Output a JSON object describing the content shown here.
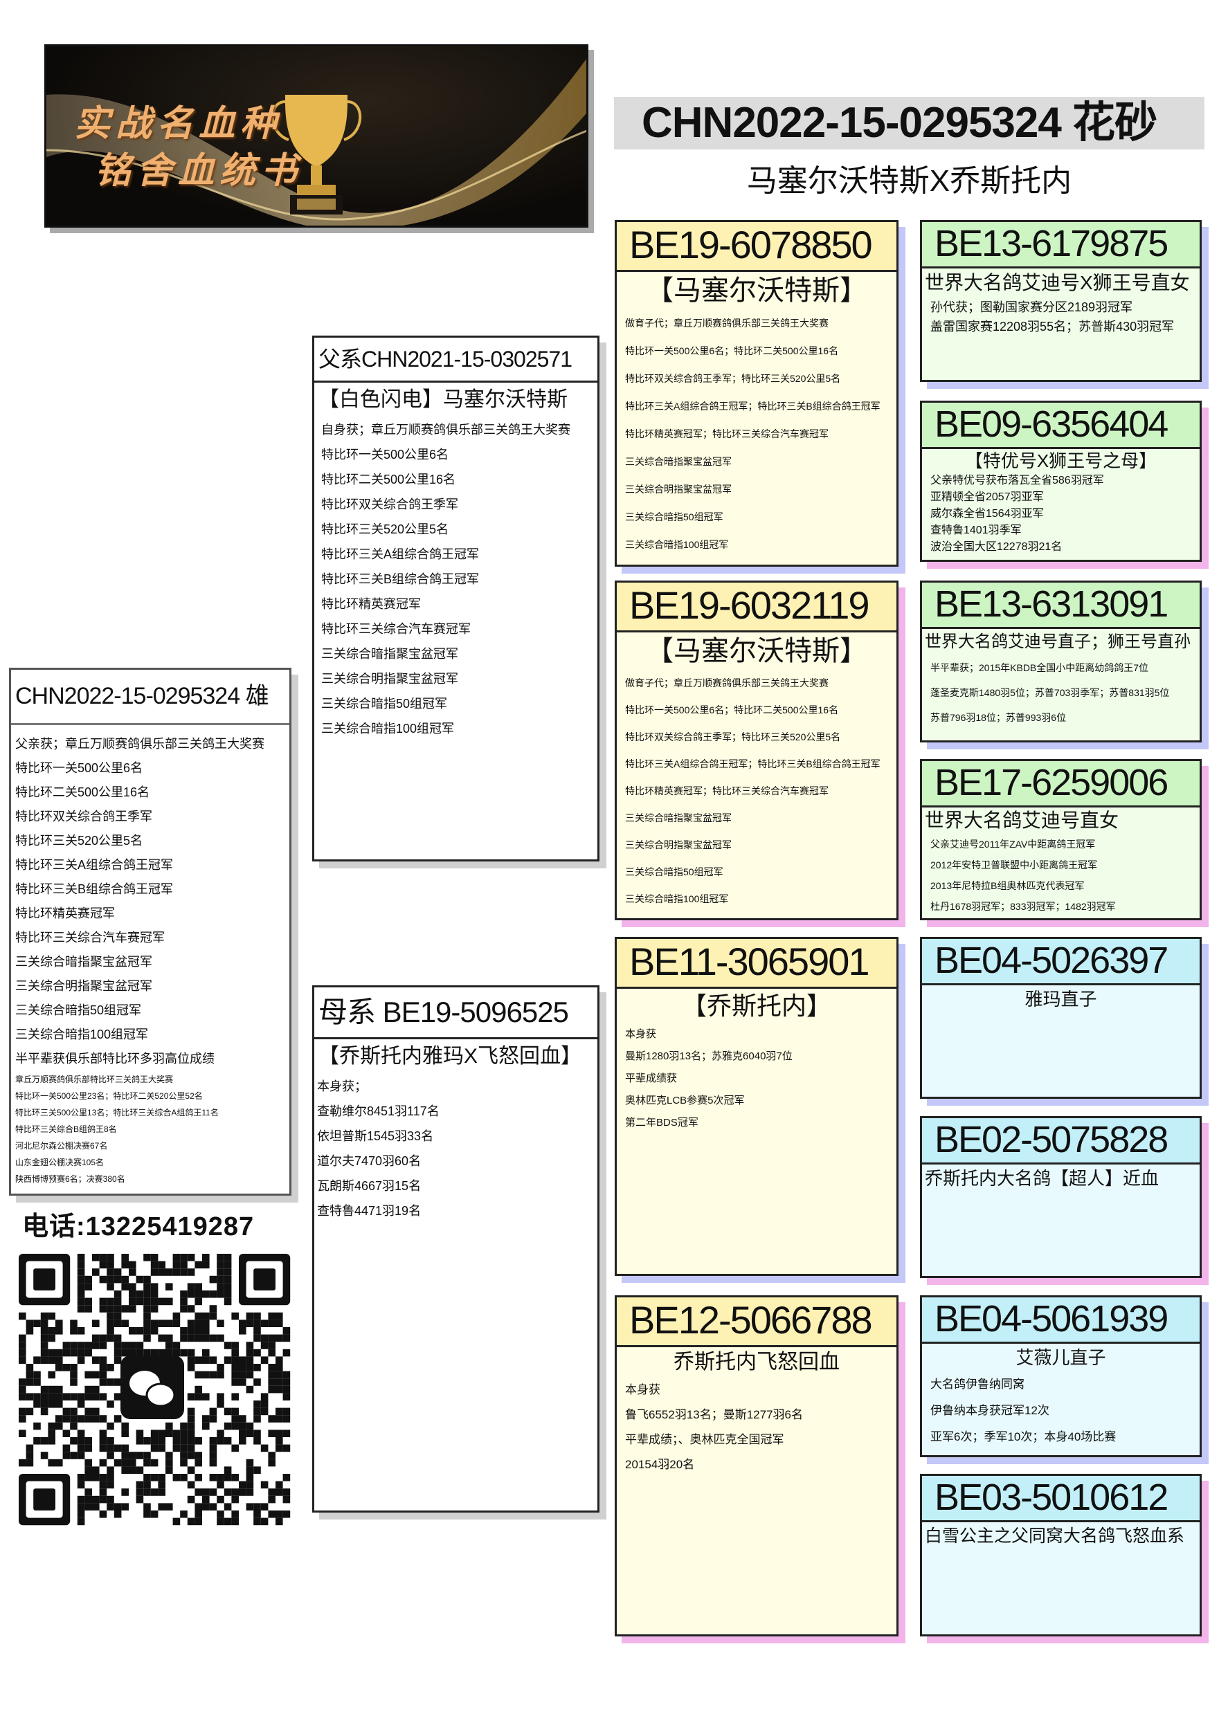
{
  "banner": {
    "logo_line1": "实战名血种",
    "logo_line2": "铭舍血统书"
  },
  "header": {
    "title": "CHN2022-15-0295324 花砂",
    "subtitle": "马塞尔沃特斯X乔斯托内"
  },
  "subject": {
    "ring": "CHN2022-15-0295324 雄",
    "lines": [
      "父亲获；章丘万顺赛鸽俱乐部三关鸽王大奖赛",
      "特比环一关500公里6名",
      "特比环二关500公里16名",
      "特比环双关综合鸽王季军",
      "特比环三关520公里5名",
      "特比环三关A组综合鸽王冠军",
      "特比环三关B组综合鸽王冠军",
      "特比环精英赛冠军",
      "特比环三关综合汽车赛冠军",
      "三关综合暗指聚宝盆冠军",
      "三关综合明指聚宝盆冠军",
      "三关综合暗指50组冠军",
      "三关综合暗指100组冠军",
      "半平辈获俱乐部特比环多羽高位成绩"
    ],
    "small_lines": [
      "章丘万顺赛鸽俱乐部特比环三关鸽王大奖赛",
      "特比环一关500公里23名；特比环二关520公里52名",
      "特比环三关500公里13名；特比环三关综合A组鸽王11名",
      "特比环三关综合B组鸽王8名",
      "河北尼尔森公棚决赛67名",
      "山东金翅公棚决赛105名",
      "陕西博博预赛6名；决赛380名"
    ]
  },
  "contact": {
    "phone": "电话:13225419287"
  },
  "sire": {
    "ring": "父系CHN2021-15-0302571",
    "name": "【白色闪电】马塞尔沃特斯",
    "lines": [
      "自身获；章丘万顺赛鸽俱乐部三关鸽王大奖赛",
      "特比环一关500公里6名",
      "特比环二关500公里16名",
      "特比环双关综合鸽王季军",
      "特比环三关520公里5名",
      "特比环三关A组综合鸽王冠军",
      "特比环三关B组综合鸽王冠军",
      "特比环精英赛冠军",
      "特比环三关综合汽车赛冠军",
      "三关综合暗指聚宝盆冠军",
      "三关综合明指聚宝盆冠军",
      "三关综合暗指50组冠军",
      "三关综合暗指100组冠军"
    ]
  },
  "dam": {
    "ring": "母系 BE19-5096525",
    "name": "【乔斯托内雅玛X飞怒回血】",
    "lines": [
      "本身获；",
      "查勒维尔8451羽117名",
      "依坦普斯1545羽33名",
      "道尔夫7470羽60名",
      "瓦朗斯4667羽15名",
      "查特鲁4471羽19名"
    ]
  },
  "cards": [
    {
      "ring": "BE19-6078850",
      "name": "【马塞尔沃特斯】",
      "lines": [
        "做育子代；章丘万顺赛鸽俱乐部三关鸽王大奖赛",
        "特比环一关500公里6名；特比环二关500公里16名",
        "特比环双关综合鸽王季军；特比环三关520公里5名",
        "特比环三关A组综合鸽王冠军；特比环三关B组综合鸽王冠军",
        "特比环精英赛冠军；特比环三关综合汽车赛冠军",
        "三关综合暗指聚宝盆冠军",
        "三关综合明指聚宝盆冠军",
        "三关综合暗指50组冠军",
        "三关综合暗指100组冠军"
      ]
    },
    {
      "ring": "BE13-6179875",
      "name": "世界大名鸽艾迪号X狮王号直女",
      "lines": [
        "孙代获；图勒国家赛分区2189羽冠军",
        "盖雷国家赛12208羽55名；苏普斯430羽冠军"
      ]
    },
    {
      "ring": "BE09-6356404",
      "name": "【特优号X狮王号之母】",
      "lines": [
        "父亲特优号获布落瓦全省586羽冠军",
        "亚精顿全省2057羽亚军",
        "威尔森全省1564羽亚军",
        "查特鲁1401羽季军",
        "波治全国大区12278羽21名"
      ]
    },
    {
      "ring": "BE19-6032119",
      "name": "【马塞尔沃特斯】",
      "lines": [
        "做育子代；章丘万顺赛鸽俱乐部三关鸽王大奖赛",
        "特比环一关500公里6名；特比环二关500公里16名",
        "特比环双关综合鸽王季军；特比环三关520公里5名",
        "特比环三关A组综合鸽王冠军；特比环三关B组综合鸽王冠军",
        "特比环精英赛冠军；特比环三关综合汽车赛冠军",
        "三关综合暗指聚宝盆冠军",
        "三关综合明指聚宝盆冠军",
        "三关综合暗指50组冠军",
        "三关综合暗指100组冠军"
      ]
    },
    {
      "ring": "BE13-6313091",
      "name": "世界大名鸽艾迪号直子；狮王号直孙",
      "lines": [
        "半平辈获；2015年KBDB全国小中距离幼鸽鸽王7位",
        "蓬圣麦克斯1480羽5位；苏普703羽季军；苏普831羽5位",
        "苏普796羽18位；苏普993羽6位"
      ]
    },
    {
      "ring": "BE17-6259006",
      "name": "世界大名鸽艾迪号直女",
      "lines": [
        "父亲艾迪号2011年ZAV中距离鸽王冠军",
        "2012年安特卫普联盟中小距离鸽王冠军",
        "2013年尼特拉B组奥林匹克代表冠军",
        "杜丹1678羽冠军；833羽冠军；1482羽冠军"
      ]
    },
    {
      "ring": "BE11-3065901",
      "name": "【乔斯托内】",
      "lines": [
        "本身获",
        "曼斯1280羽13名；苏雅克6040羽7位",
        "平辈成绩获",
        "奥林匹克LCB参赛5次冠军",
        "第二年BDS冠军"
      ]
    },
    {
      "ring": "BE04-5026397",
      "name": "雅玛直子",
      "lines": []
    },
    {
      "ring": "BE02-5075828",
      "name": "乔斯托内大名鸽【超人】近血",
      "lines": []
    },
    {
      "ring": "BE12-5066788",
      "name": "乔斯托内飞怒回血",
      "lines": [
        "本身获",
        "鲁飞6552羽13名；曼斯1277羽6名",
        "平辈成绩；、奥林匹克全国冠军",
        "20154羽20名"
      ]
    },
    {
      "ring": "BE04-5061939",
      "name": "艾薇儿直子",
      "lines": [
        "大名鸽伊鲁纳同窝",
        "伊鲁纳本身获冠军12次",
        "亚军6次；季军10次；本身40场比赛"
      ]
    },
    {
      "ring": "BE03-5010612",
      "name": "白雪公主之父同窝大名鸽飞怒血系",
      "lines": []
    }
  ]
}
